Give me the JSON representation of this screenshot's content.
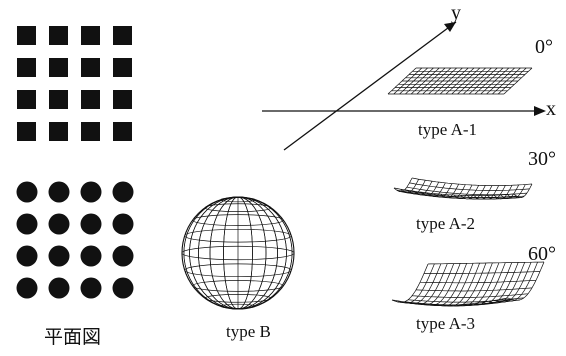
{
  "labels": {
    "y_axis": "y",
    "x_axis": "x",
    "angle_0": "0°",
    "angle_30": "30°",
    "angle_60": "60°",
    "type_a1": "type A-1",
    "type_a2": "type A-2",
    "type_a3": "type A-3",
    "type_b": "type B",
    "plan_view": "平面図"
  },
  "patterns": {
    "square_grid": {
      "rows": 4,
      "cols": 4
    },
    "dot_grid": {
      "rows": 4,
      "cols": 4
    }
  },
  "colors": {
    "ink": "#111111",
    "background": "#ffffff"
  }
}
